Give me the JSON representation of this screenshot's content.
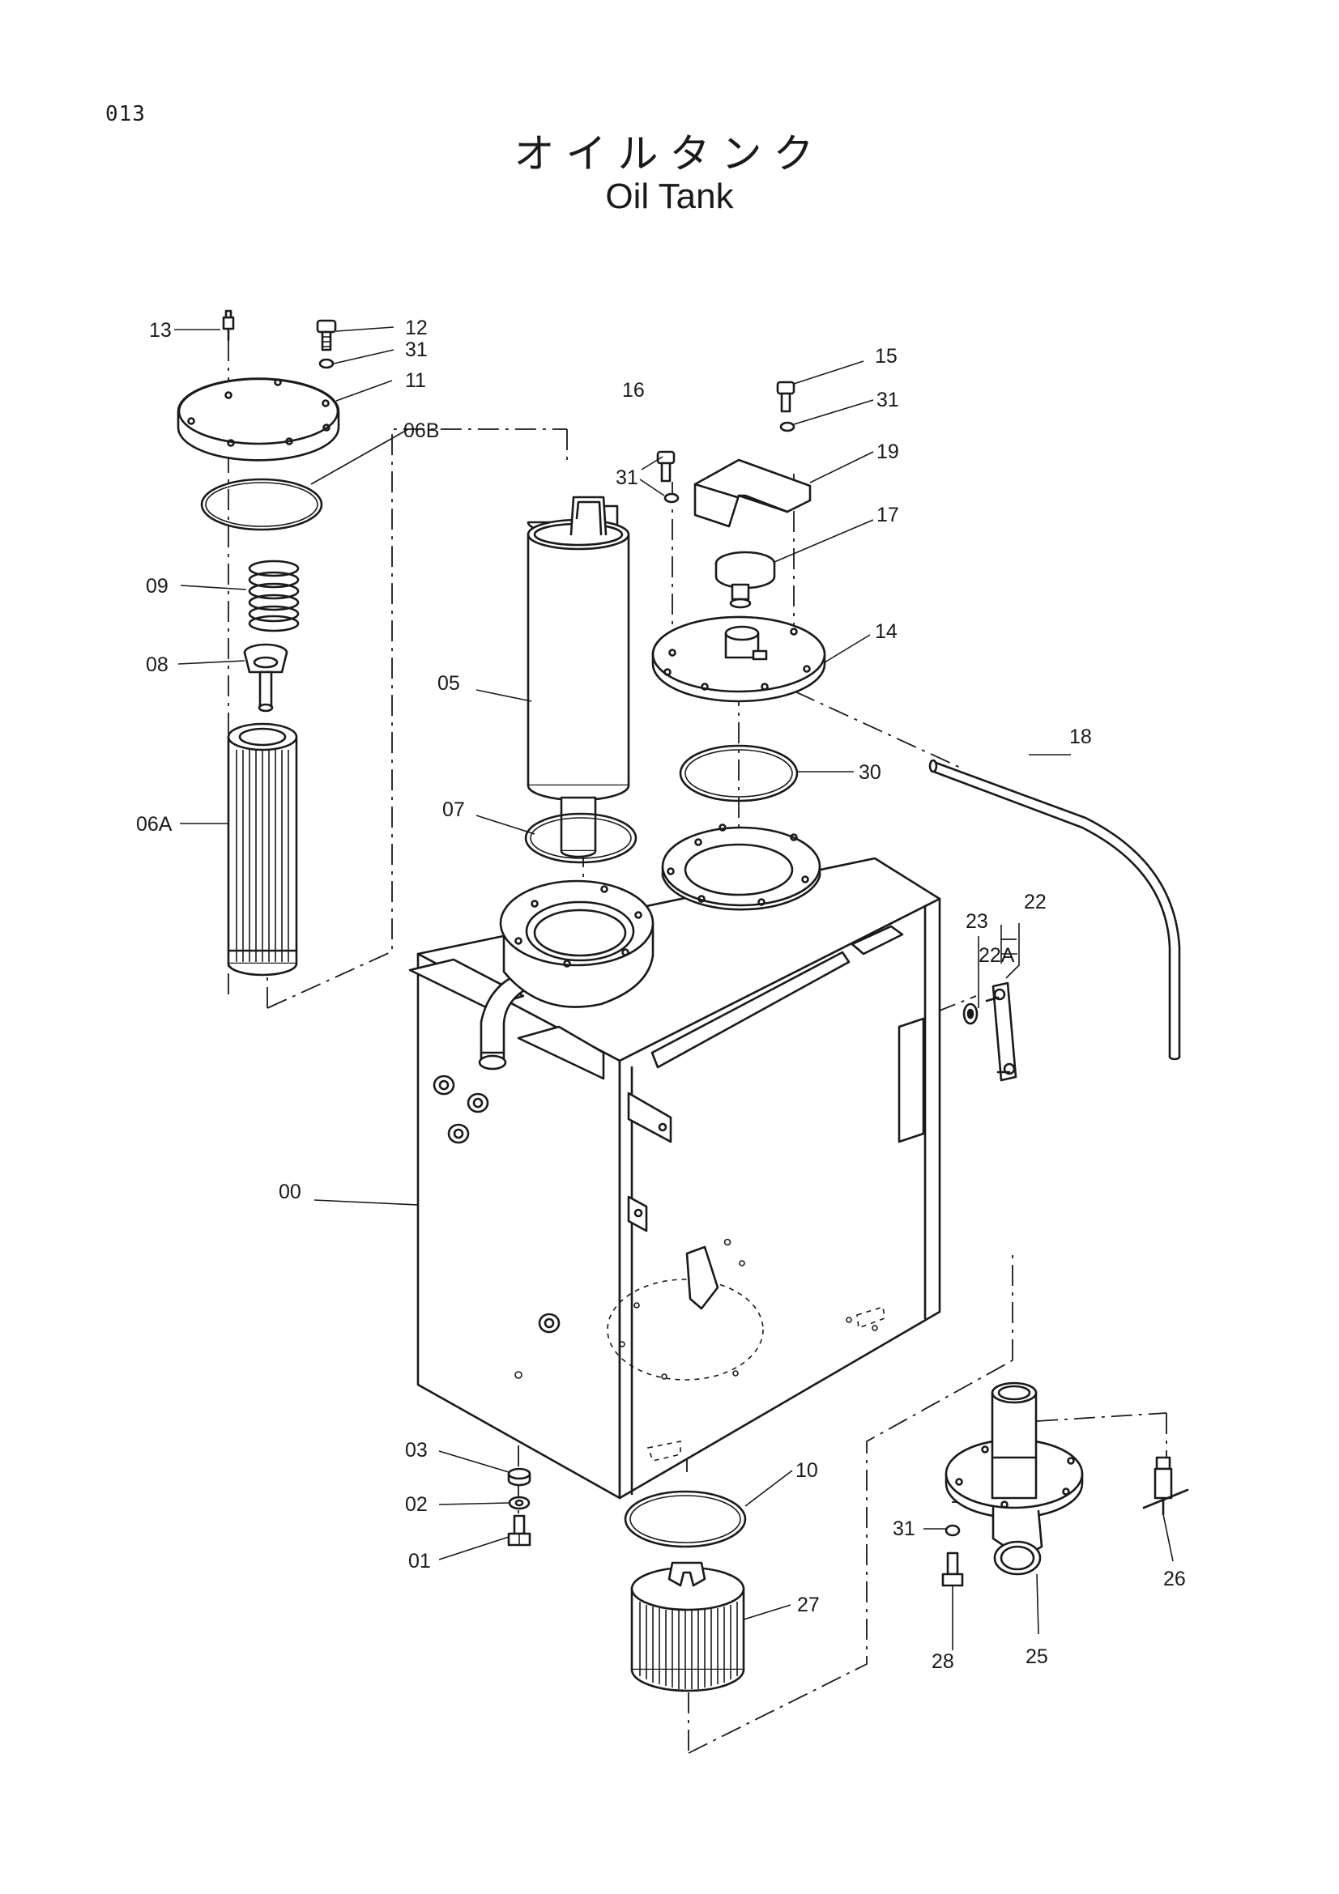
{
  "page_number": "013",
  "title_ja": "オイルタンク",
  "title_en": "Oil Tank",
  "callouts": {
    "c00": "00",
    "c01": "01",
    "c02": "02",
    "c03": "03",
    "c05": "05",
    "c06A": "06A",
    "c06B": "06B",
    "c07": "07",
    "c08": "08",
    "c09": "09",
    "c10": "10",
    "c11": "11",
    "c12": "12",
    "c13": "13",
    "c14": "14",
    "c15": "15",
    "c16": "16",
    "c17": "17",
    "c18": "18",
    "c19": "19",
    "c22": "22",
    "c22A": "22A",
    "c23": "23",
    "c25": "25",
    "c26": "26",
    "c27": "27",
    "c28": "28",
    "c30": "30",
    "c31a": "31",
    "c31b": "31",
    "c31c": "31",
    "c31d": "31"
  }
}
